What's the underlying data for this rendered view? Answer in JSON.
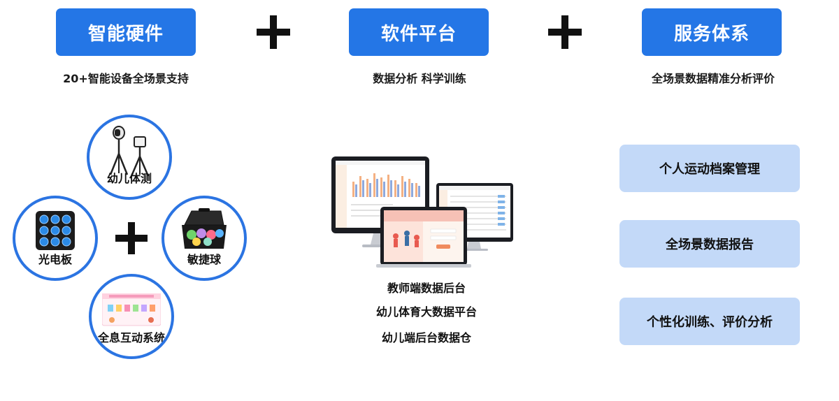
{
  "pillars": {
    "hardware": {
      "title": "智能硬件",
      "subtitle": "20+智能设备全场景支持"
    },
    "software": {
      "title": "软件平台",
      "subtitle": "数据分析 科学训练"
    },
    "service": {
      "title": "服务体系",
      "subtitle": "全场景数据精准分析评价"
    }
  },
  "devices": {
    "body_test": "幼儿体测",
    "light_board": "光电板",
    "agility_ball": "敏捷球",
    "hologram": "全息互动系统"
  },
  "software_items": [
    "教师端数据后台",
    "幼儿体育大数据平台",
    "幼儿端后台数据仓"
  ],
  "services": [
    "个人运动档案管理",
    "全场景数据报告",
    "个性化训练、评价分析"
  ],
  "colors": {
    "primary": "#2476e6",
    "service_box": "#c3d9f8",
    "circle_border": "#2b74e2"
  }
}
